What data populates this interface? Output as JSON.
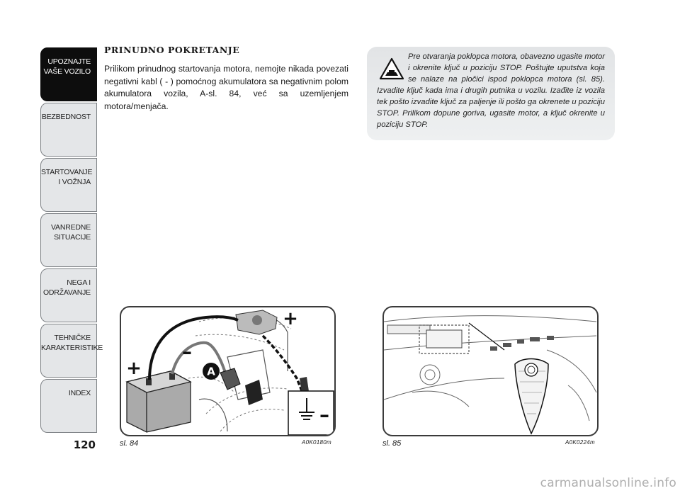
{
  "sidebar": {
    "tabs": [
      {
        "label": "UPOZNAJTE\nVAŠE VOZILO",
        "active": true
      },
      {
        "label": "BEZBEDNOST",
        "active": false
      },
      {
        "label": "STARTOVANJE\nI VOŽNJA",
        "active": false
      },
      {
        "label": "VANREDNE\nSITUACIJE",
        "active": false
      },
      {
        "label": "NEGA I\nODRŽAVANJE",
        "active": false
      },
      {
        "label": "TEHNIČKE\nKARAKTERISTIKE",
        "active": false
      },
      {
        "label": "INDEX",
        "active": false
      }
    ]
  },
  "page_number": "120",
  "section": {
    "heading": "PRINUDNO POKRETANJE",
    "body": "Prilikom prinudnog startovanja motora, nemojte nikada povezati negativni kabl ( - ) pomoćnog akumulatora sa negativnim polom akumulatora vozila, A-sl. 84, već sa uzemljenjem motora/menjača."
  },
  "warning": {
    "icon": "warning-triangle-icon",
    "text": "Pre otvaranja poklopca motora, obavezno ugasite motor i okrenite ključ u poziciju STOP. Poštujte uputstva koja se nalaze na pločici ispod poklopca motora (sl. 85). Izvadite ključ kada ima i drugih putnika u vozilu. Izađite iz vozila tek pošto izvadite ključ za paljenje ili pošto ga okrenete u poziciju STOP. Prilikom dopune goriva, ugasite motor, a ključ okrenite u poziciju STOP."
  },
  "figures": [
    {
      "caption": "sl. 84",
      "code": "A0K0180m",
      "labels": {
        "callout": "A",
        "plus_top": "+",
        "plus_battery": "+",
        "minus_top": "–",
        "minus_ground": "–"
      }
    },
    {
      "caption": "sl. 85",
      "code": "A0K0224m"
    }
  ],
  "watermark": "carmanualsonline.info",
  "colors": {
    "sidebar_active": "#0d0d0d",
    "sidebar_tab": "#e4e6e8",
    "warning_bg": "#e6e8ea",
    "watermark": "#aeaeae"
  }
}
